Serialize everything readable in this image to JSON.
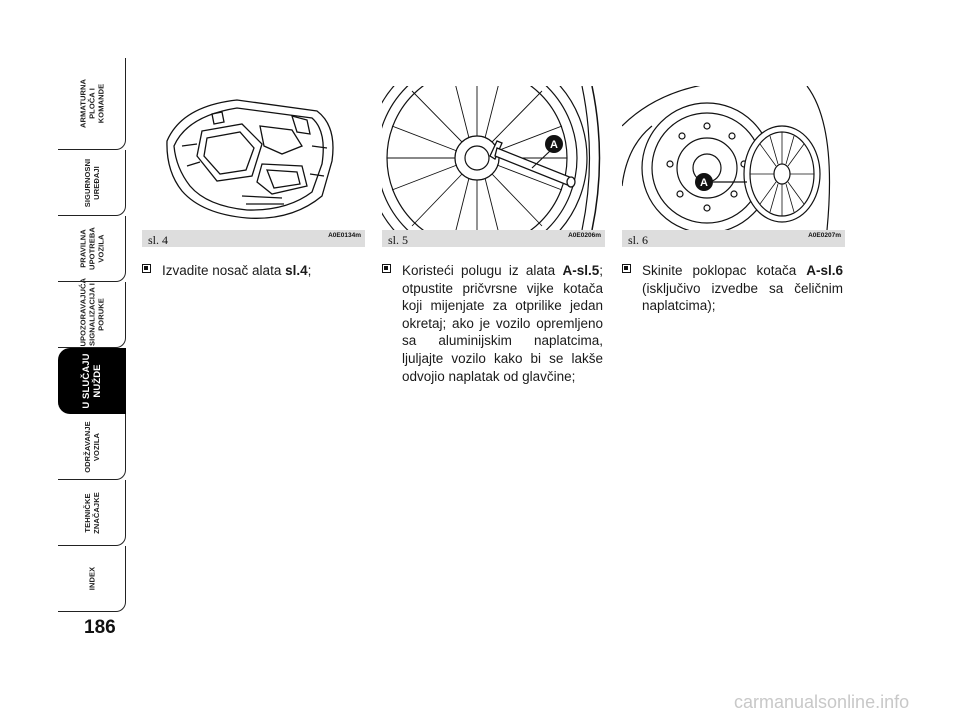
{
  "sidebar": {
    "tabs": [
      {
        "label": "ARMATURNA\nPLOČA I\nKOMANDE",
        "active": false
      },
      {
        "label": "SIGURNOSNI\nUREĐAJI",
        "active": false
      },
      {
        "label": "PRAVILNA\nUPOTREBA\nVOZILA",
        "active": false
      },
      {
        "label": "UPOZORAVAJUĆA\nSIGNALIZACIJA I\nPORUKE",
        "active": false
      },
      {
        "label": "U SLUČAJU\nNUŽDE",
        "active": true
      },
      {
        "label": "ODRŽAVANJE\nVOZILA",
        "active": false
      },
      {
        "label": "TEHNIČKE\nZNAČAJKE",
        "active": false
      },
      {
        "label": "INDEX",
        "active": false
      }
    ]
  },
  "page_number": "186",
  "figures": [
    {
      "label": "sl. 4",
      "code": "A0E0134m"
    },
    {
      "label": "sl. 5",
      "code": "A0E0206m",
      "marker": "A"
    },
    {
      "label": "sl. 6",
      "code": "A0E0207m",
      "marker": "A"
    }
  ],
  "steps": [
    {
      "pre": "Izvadite nosač alata ",
      "ref": "sl.4",
      "post": ";"
    },
    {
      "pre": "Koristeći polugu iz alata ",
      "ref": "A-sl.5",
      "post": "; otpustite pričvrsne vijke kotača koji mijenjate za otprilike jedan okretaj; ako je vozilo opremljeno sa aluminijskim naplatcima, ljuljajte vozilo kako bi se lakše odvojio naplatak od glavčine;"
    },
    {
      "pre": "Skinite poklopac kotača ",
      "ref": "A-sl.6",
      "post": " (isključivo izvedbe sa čeličnim naplatcima);"
    }
  ],
  "watermark": "carmanualsonline.info"
}
